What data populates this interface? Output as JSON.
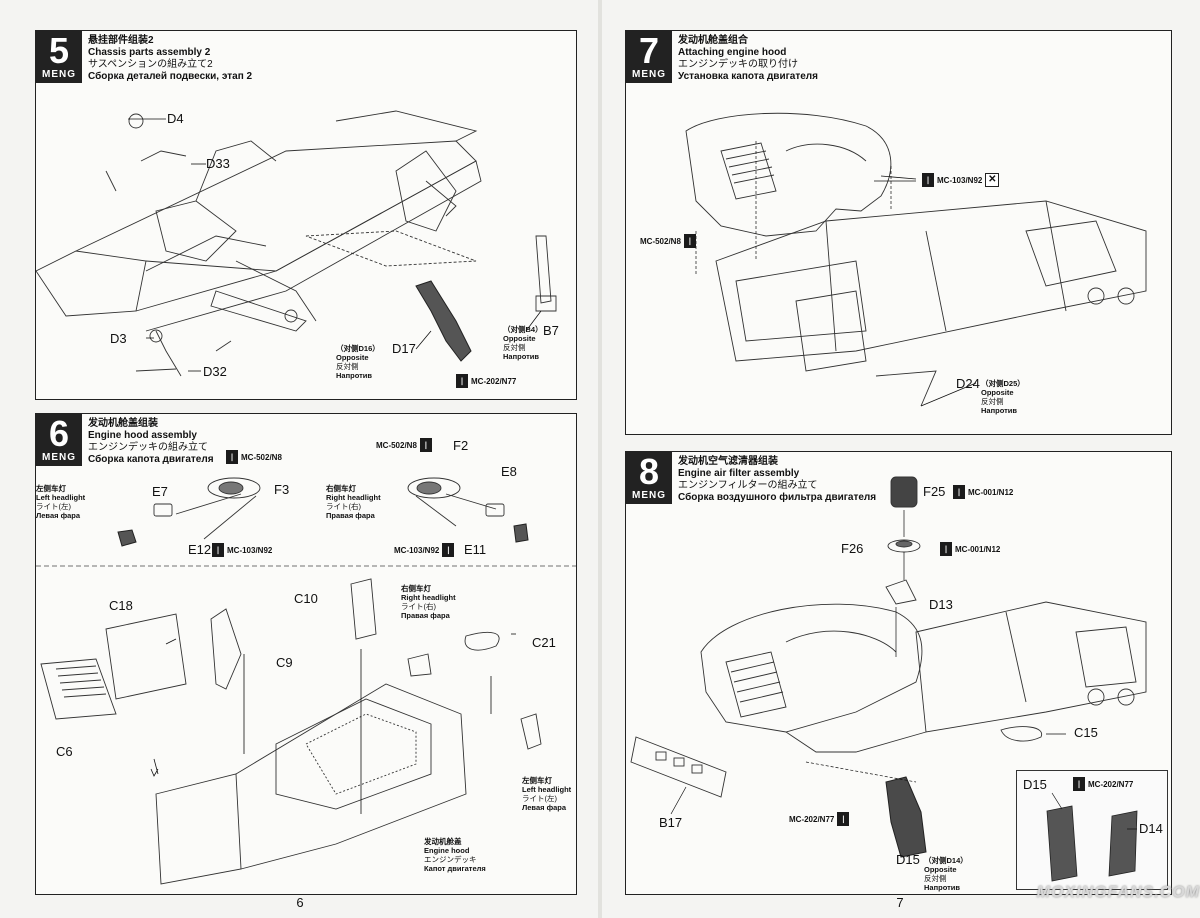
{
  "pages": {
    "left_number": "6",
    "right_number": "7"
  },
  "brand": "MENG",
  "watermark": "MOXINGFANS.COM",
  "step5": {
    "number": "5",
    "title_cn": "悬挂部件组装2",
    "title_en": "Chassis parts assembly 2",
    "title_jp": "サスペンションの組み立て2",
    "title_ru": "Сборка деталей подвески, этап 2",
    "parts": {
      "d4": "D4",
      "d33": "D33",
      "d3": "D3",
      "d32": "D32",
      "d17": "D17",
      "b7": "B7"
    },
    "opposite_d17": {
      "cn": "（对侧D16）",
      "en": "Opposite",
      "jp": "反対側",
      "ru": "Напротив"
    },
    "opposite_b7": {
      "cn": "（对侧B4）",
      "en": "Opposite",
      "jp": "反対側",
      "ru": "Напротив"
    },
    "paint": "MC-202/N77"
  },
  "step6": {
    "number": "6",
    "title_cn": "发动机舱盖组装",
    "title_en": "Engine hood assembly",
    "title_jp": "エンジンデッキの組み立て",
    "title_ru": "Сборка капота двигателя",
    "left_headlight": {
      "cn": "左侧车灯",
      "en": "Left headlight",
      "jp": "ライト(左)",
      "ru": "Левая фара"
    },
    "right_headlight": {
      "cn": "右侧车灯",
      "en": "Right headlight",
      "jp": "ライト(右)",
      "ru": "Правая фара"
    },
    "parts": {
      "e7": "E7",
      "f3": "F3",
      "e12": "E12",
      "f2": "F2",
      "e8": "E8",
      "e11": "E11",
      "c18": "C18",
      "c10": "C10",
      "c9": "C9",
      "c21": "C21",
      "c6": "C6"
    },
    "paint_n8_a": "MC-502/N8",
    "paint_n8_b": "MC-502/N8",
    "paint_n92_a": "MC-103/N92",
    "paint_n92_b": "MC-103/N92",
    "right_headlight_b": {
      "cn": "右侧车灯",
      "en": "Right headlight",
      "jp": "ライト(右)",
      "ru": "Правая фара"
    },
    "left_headlight_b": {
      "cn": "左侧车灯",
      "en": "Left headlight",
      "jp": "ライト(左)",
      "ru": "Левая фара"
    },
    "engine_hood": {
      "cn": "发动机舱盖",
      "en": "Engine hood",
      "jp": "エンジンデッキ",
      "ru": "Капот двигателя"
    }
  },
  "step7": {
    "number": "7",
    "title_cn": "发动机舱盖组合",
    "title_en": "Attaching engine hood",
    "title_jp": "エンジンデッキの取り付け",
    "title_ru": "Установка капота двигателя",
    "paint_n92": "MC-103/N92",
    "paint_n8": "MC-502/N8",
    "parts": {
      "d24": "D24"
    },
    "opposite_d24": {
      "cn": "（对侧D25）",
      "en": "Opposite",
      "jp": "反対側",
      "ru": "Напротив"
    }
  },
  "step8": {
    "number": "8",
    "title_cn": "发动机空气滤清器组装",
    "title_en": "Engine air filter assembly",
    "title_jp": "エンジンフィルターの組み立て",
    "title_ru": "Сборка воздушного фильтра двигателя",
    "parts": {
      "f25": "F25",
      "f26": "F26",
      "d13": "D13",
      "c15": "C15",
      "b17": "B17",
      "d15": "D15",
      "d15_inset": "D15",
      "d14_inset": "D14"
    },
    "paint_n12_a": "MC-001/N12",
    "paint_n12_b": "MC-001/N12",
    "paint_n77": "MC-202/N77",
    "paint_n77_inset": "MC-202/N77",
    "opposite_d15": {
      "cn": "（对侧D14）",
      "en": "Opposite",
      "jp": "反対側",
      "ru": "Напротив"
    }
  }
}
